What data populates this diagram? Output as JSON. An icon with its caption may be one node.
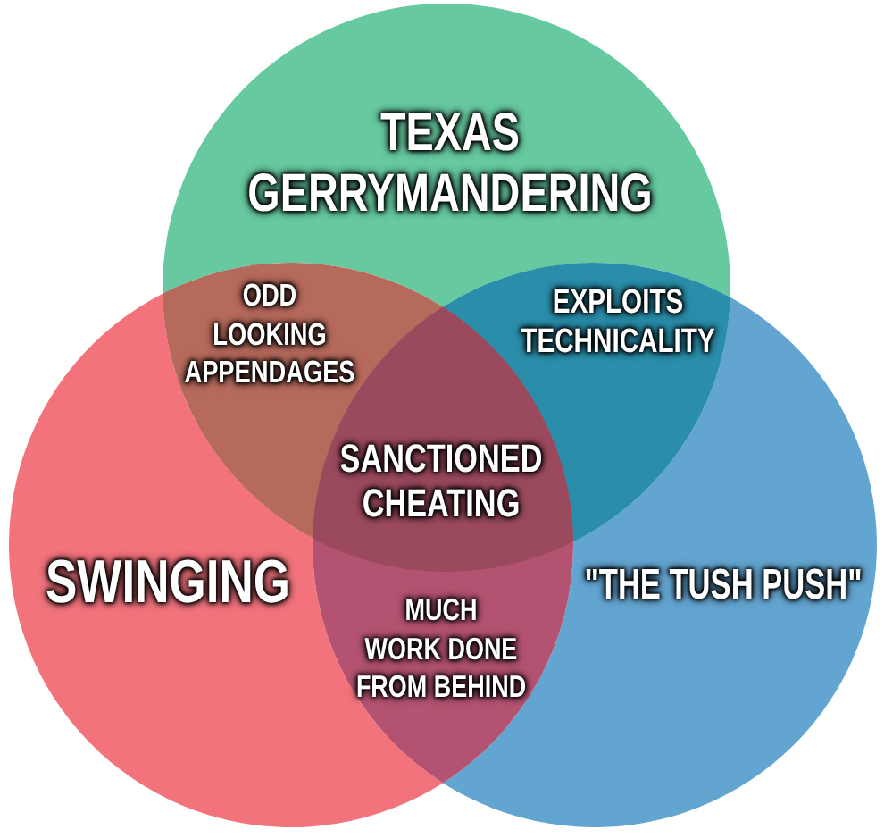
{
  "diagram": {
    "nodes": [
      {
        "text": [
          "TEXAS GERRYMANDERING"
        ]
      },
      {
        "text": [
          "SWINGING"
        ]
      },
      {
        "text": [
          "\"THE TUSH PUSH\""
        ]
      }
    ],
    "labels": [
      "ODD LOOKING APPENDAGES",
      "EXPLOITS TECHNICALITY",
      "SANCTIONED CHEATING",
      "MUCH WORK DONE FROM BEHIND"
    ]
  }
}
